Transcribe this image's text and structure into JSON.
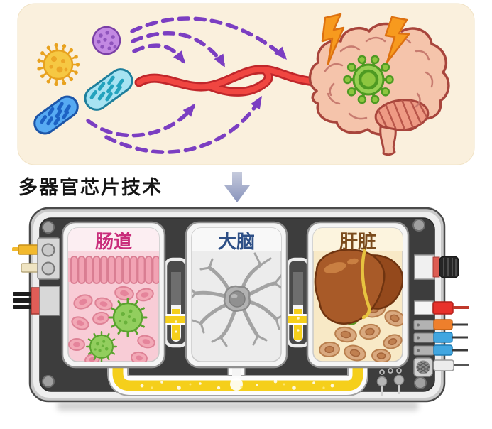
{
  "title": "多器官芯片技术",
  "flow_arrow": {
    "direction": "down"
  },
  "top_panel": {
    "bg_color": "#faf0dd",
    "icons": [
      "virus-yellow-icon",
      "virus-purple-icon",
      "bacterium-cyan-icon",
      "bacterium-blue-icon",
      "dashed-arrow-icon",
      "vagus-nerve-icon",
      "brain-icon",
      "virus-green-icon",
      "lightning-bolt-icon"
    ]
  },
  "device": {
    "panel_color": "#3d3d3d",
    "rim_color": "#c9c9c9",
    "fluid_color": "#f5cf1b",
    "chambers": [
      {
        "label": "肠道",
        "label_color": "#c92d7b",
        "bg_color": "#f8ccd6",
        "icons": [
          "gut-epithelium-icon",
          "red-blood-cell-icon",
          "virus-green-icon"
        ]
      },
      {
        "label": "大脑",
        "label_color": "#2d4f86",
        "bg_color": "#ececec",
        "icons": [
          "neuron-icon"
        ]
      },
      {
        "label": "肝脏",
        "label_color": "#7a4b1c",
        "bg_color": "#f8e9c6",
        "icons": [
          "liver-icon",
          "gallbladder-icon",
          "hepatocyte-icon"
        ]
      }
    ],
    "hardware_icons": [
      "screw-icon",
      "port-panel-icon",
      "plug-yellow-icon",
      "plug-cream-icon",
      "multi-pin-plug-icon",
      "knob-icon",
      "plug-red-icon",
      "plug-orange-icon",
      "plug-blue-icon",
      "plug-white-icon",
      "mesh-button-icon",
      "probe-pin-icon"
    ]
  },
  "colors": {
    "arrow_purple": "#7b3ec2",
    "nerve_red": "#f04641",
    "bolt_orange": "#f79a1e",
    "virus_green": "#8dc63f",
    "down_arrow_top": "#c6cbdd",
    "down_arrow_bottom": "#8893bb"
  }
}
